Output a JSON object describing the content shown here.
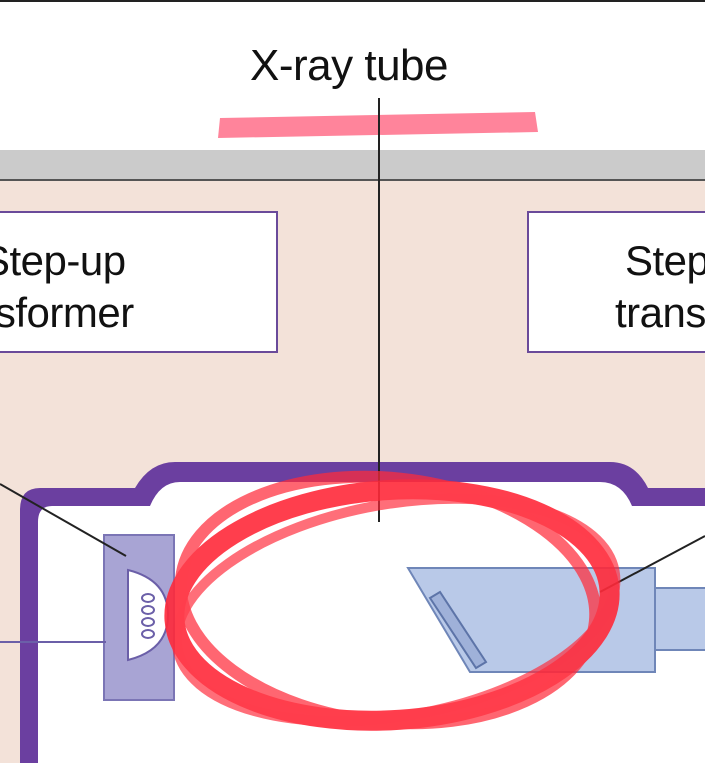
{
  "title": "X-ray tube",
  "left_box": {
    "line1": "Step-up",
    "line2": "nsformer"
  },
  "right_box": {
    "line1": "Step",
    "line2": "trans"
  },
  "colors": {
    "background_panel": "#f3e2d9",
    "header_bar": "#c9c9c9",
    "housing_purple": "#6b3fa0",
    "box_border": "#6a4a9a",
    "cathode_fill": "#a8a4d4",
    "anode_fill": "#b9c9e8",
    "annotation_red": "#ff2a3a",
    "highlight_pink": "#ff6f8a"
  },
  "icons": {
    "cathode": "cathode-filament-icon",
    "anode": "anode-target-icon"
  }
}
